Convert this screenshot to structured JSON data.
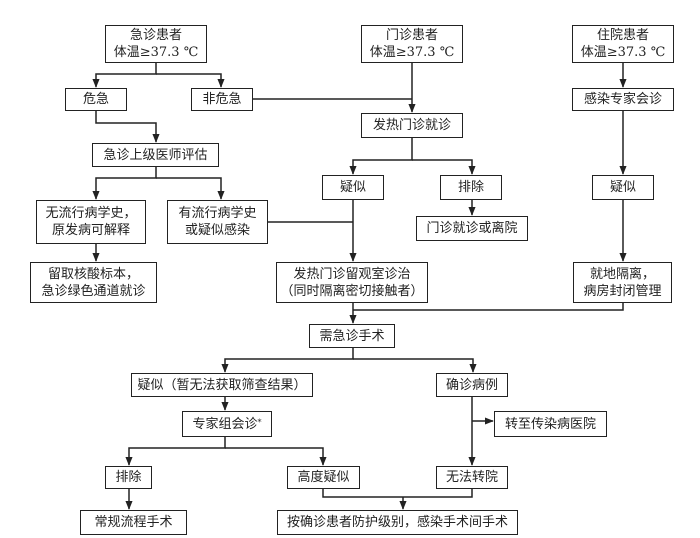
{
  "nodes": {
    "er_patient": [
      "急诊患者",
      "体温≥37.3 ℃"
    ],
    "op_patient": [
      "门诊患者",
      "体温≥37.3 ℃"
    ],
    "ip_patient": [
      "住院患者",
      "体温≥37.3 ℃"
    ],
    "critical": "危急",
    "non_critical": "非危急",
    "er_senior_eval": "急诊上级医师评估",
    "fever_clinic": "发热门诊就诊",
    "infection_expert_consult": "感染专家会诊",
    "no_epi_history": [
      "无流行病学史，",
      "原发病可解释"
    ],
    "epi_history": [
      "有流行病学史",
      "或疑似感染"
    ],
    "suspected_mid": "疑似",
    "excluded_mid": "排除",
    "suspected_right": "疑似",
    "op_or_discharge": "门诊就诊或离院",
    "sample_green_channel": [
      "留取核酸标本，",
      "急诊绿色通道就诊"
    ],
    "fever_observation": [
      "发热门诊留观室诊治",
      "（同时隔离密切接触者）"
    ],
    "local_isolation": [
      "就地隔离，",
      "病房封闭管理"
    ],
    "need_emergency_surgery": "需急诊手术",
    "suspected_no_screening": "疑似（暂无法获取筛查结果）",
    "confirmed_case": "确诊病例",
    "expert_group_consult": "专家组会诊",
    "expert_group_mark": "*",
    "transfer_infectious_hospital": "转至传染病医院",
    "excluded_bottom": "排除",
    "highly_suspected": "高度疑似",
    "cannot_transfer": "无法转院",
    "routine_surgery": "常规流程手术",
    "infection_or_surgery": "按确诊患者防护级别，感染手术间手术"
  },
  "colors": {
    "line": "#222222",
    "box_border": "#222222",
    "background": "#ffffff"
  }
}
